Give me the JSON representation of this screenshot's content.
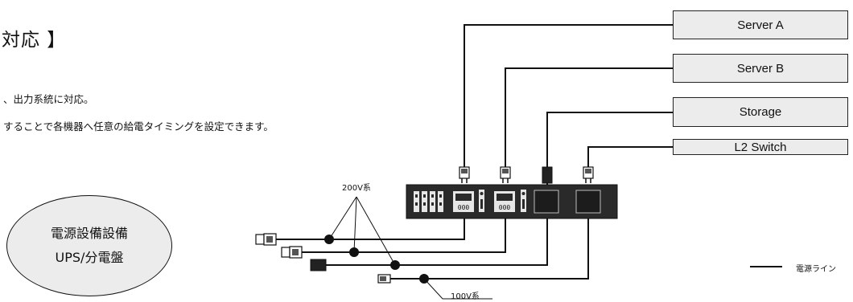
{
  "heading": "対応 】",
  "description": [
    "、出力系統に対応。",
    "することで各機器へ任意の給電タイミングを設定できます。"
  ],
  "servers": [
    {
      "label": "Server A"
    },
    {
      "label": "Server B"
    },
    {
      "label": "Storage"
    },
    {
      "label": "L2 Switch"
    }
  ],
  "power_source": {
    "line1": "電源設備設備",
    "line2": "UPS/分電盤"
  },
  "voltage_labels": {
    "v200": "200V系",
    "v100": "100V系"
  },
  "legend": {
    "label": "電源ライン"
  },
  "pdu": {
    "display1": "000",
    "display2": "000"
  }
}
